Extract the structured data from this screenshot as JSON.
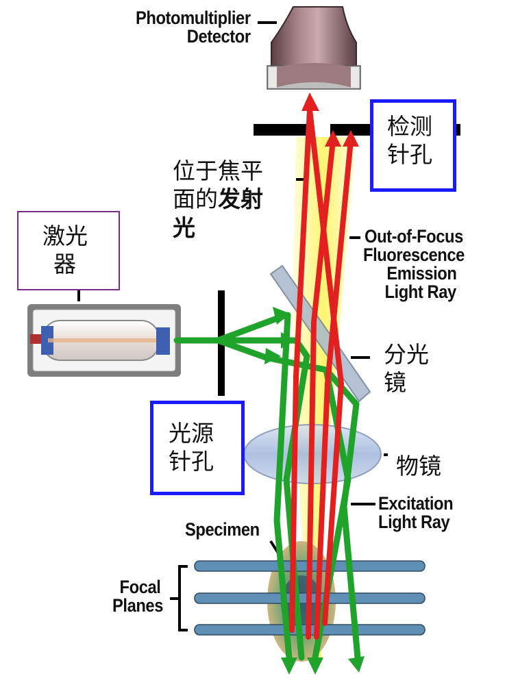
{
  "labels": {
    "photomultiplier": [
      "Photomultiplier",
      "Detector"
    ],
    "detector_pinhole": [
      "检测",
      "针孔"
    ],
    "focal_emission": [
      "位于焦平",
      "面的",
      "发射",
      "光"
    ],
    "laser": [
      "激光",
      "器"
    ],
    "out_of_focus": [
      "Out-of-Focus",
      "Fluorescence",
      "Emission",
      "Light Ray"
    ],
    "dichroic": [
      "分光",
      "镜"
    ],
    "light_source_pinhole": [
      "光源",
      "针孔"
    ],
    "objective": [
      "物镜"
    ],
    "excitation": [
      "Excitation",
      "Light Ray"
    ],
    "specimen": [
      "Specimen"
    ],
    "focal_planes": [
      "Focal",
      "Planes"
    ]
  },
  "colors": {
    "excitation_green": "#1fa32a",
    "emission_red": "#e32020",
    "focus_yellow": "#fff46a",
    "focal_plane_blue": "#5f8fb4",
    "pinhole_border": "#1a1aff",
    "laser_border": "#7a2a8a"
  }
}
